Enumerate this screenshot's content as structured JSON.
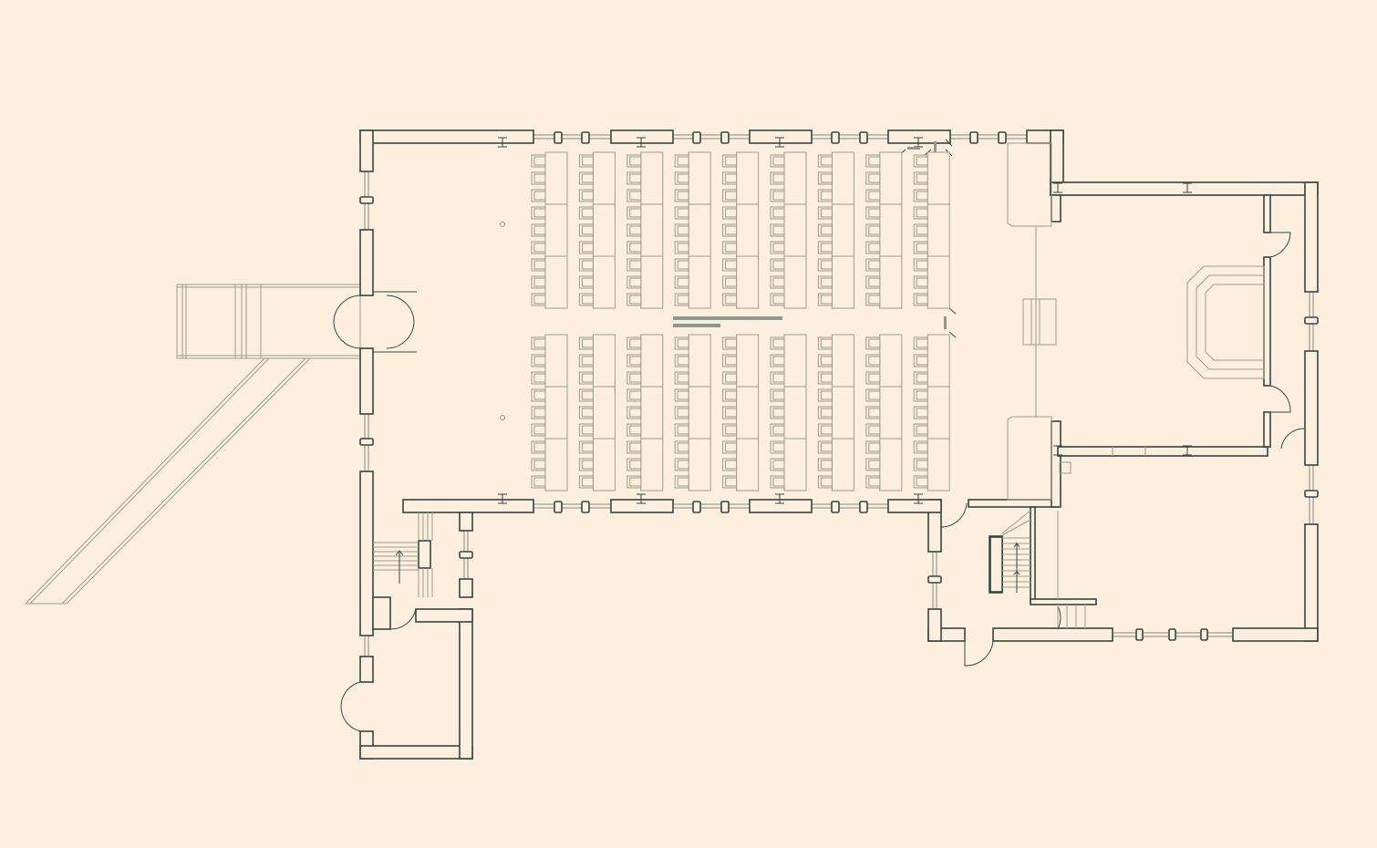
{
  "plan": {
    "seating": {
      "blocks": 2,
      "columns": 9,
      "tables_per_column": 3,
      "chairs_per_table": 3
    },
    "colors": {
      "background": "#fdeedd",
      "wall": "#2f4a40",
      "furniture": "#9b9d8c"
    }
  }
}
